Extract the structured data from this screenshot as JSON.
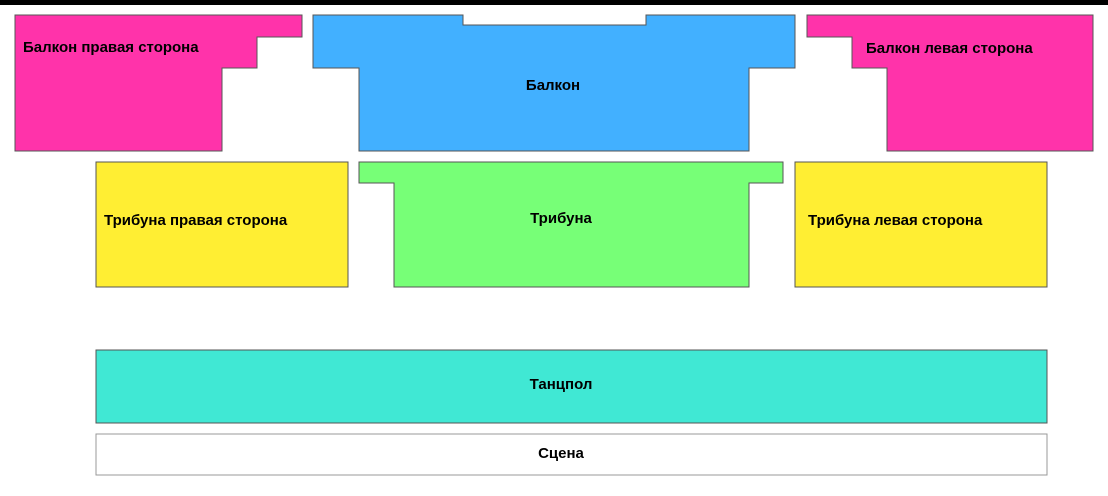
{
  "zones": {
    "balcony_right": {
      "label": "Балкон правая сторона",
      "color": "#ff33aa"
    },
    "balcony": {
      "label": "Балкон",
      "color": "#42b0ff"
    },
    "balcony_left": {
      "label": "Балкон левая сторона",
      "color": "#ff33aa"
    },
    "tribune_right": {
      "label": "Трибуна правая сторона",
      "color": "#ffee33"
    },
    "tribune": {
      "label": "Трибуна",
      "color": "#77ff77"
    },
    "tribune_left": {
      "label": "Трибуна левая сторона",
      "color": "#ffee33"
    },
    "dancefloor": {
      "label": "Танцпол",
      "color": "#40e8d4"
    },
    "stage": {
      "label": "Сцена",
      "color": "#ffffff"
    }
  }
}
